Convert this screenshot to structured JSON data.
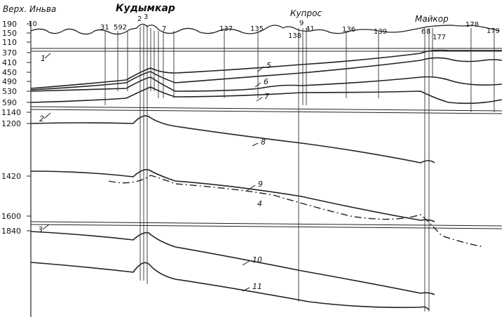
{
  "places": [
    {
      "id": "verkh-inva",
      "label": "Верх. Иньва"
    },
    {
      "id": "kudymkar",
      "label": "Кудымкар"
    },
    {
      "id": "kupros",
      "label": "Купрос"
    },
    {
      "id": "maikor",
      "label": "Майкор"
    }
  ],
  "depth_ticks": [
    "190",
    "150",
    "110",
    "370",
    "410",
    "450",
    "490",
    "530",
    "590",
    "1140",
    "1200",
    "1420",
    "1600",
    "1840"
  ],
  "wells": [
    "10",
    "31",
    "592",
    "2",
    "3",
    "7",
    "137",
    "135",
    "138",
    "9",
    "41",
    "136",
    "139",
    "6",
    "8",
    "177",
    "178",
    "179"
  ],
  "horizon_labels": [
    "5",
    "6",
    "7",
    "8",
    "9",
    "4",
    "10",
    "11"
  ],
  "boundary_labels": [
    "1",
    "2",
    "3"
  ]
}
